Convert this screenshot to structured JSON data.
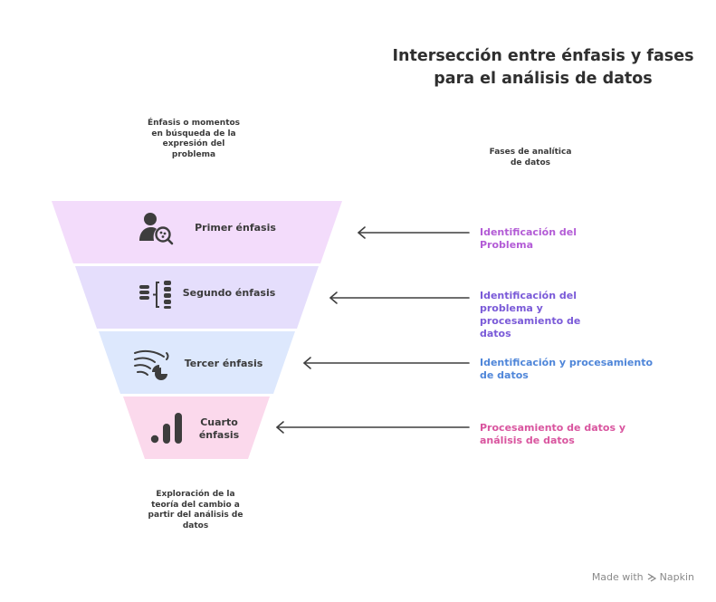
{
  "title": "Intersección entre énfasis y fases para el análisis de datos",
  "notes": {
    "top": "Énfasis o momentos en búsqueda de la expresión del problema",
    "right": "Fases de analítica de datos",
    "bottom": "Exploración de la teoría del cambio a partir del análisis de datos"
  },
  "stages": [
    {
      "label": "Primer énfasis",
      "icon": "user-search-icon",
      "fill": "#f3dcfb"
    },
    {
      "label": "Segundo énfasis",
      "icon": "data-list-icon",
      "fill": "#e5defc"
    },
    {
      "label": "Tercer énfasis",
      "icon": "chart-wind-icon",
      "fill": "#dde8fd"
    },
    {
      "label": "Cuarto énfasis",
      "icon": "bar-chart-icon",
      "fill": "#fbd9ec"
    }
  ],
  "phases": [
    {
      "text": "Identificación del Problema",
      "color": "#b35cd6"
    },
    {
      "text": "Identificación del problema y procesamiento de datos",
      "color": "#7a5ad8"
    },
    {
      "text": "Identificación y procesamiento de datos",
      "color": "#4f86d9"
    },
    {
      "text": "Procesamiento de datos y análisis de datos",
      "color": "#d9559f"
    }
  ],
  "watermark": {
    "made_with": "Made with",
    "brand": "Napkin"
  }
}
